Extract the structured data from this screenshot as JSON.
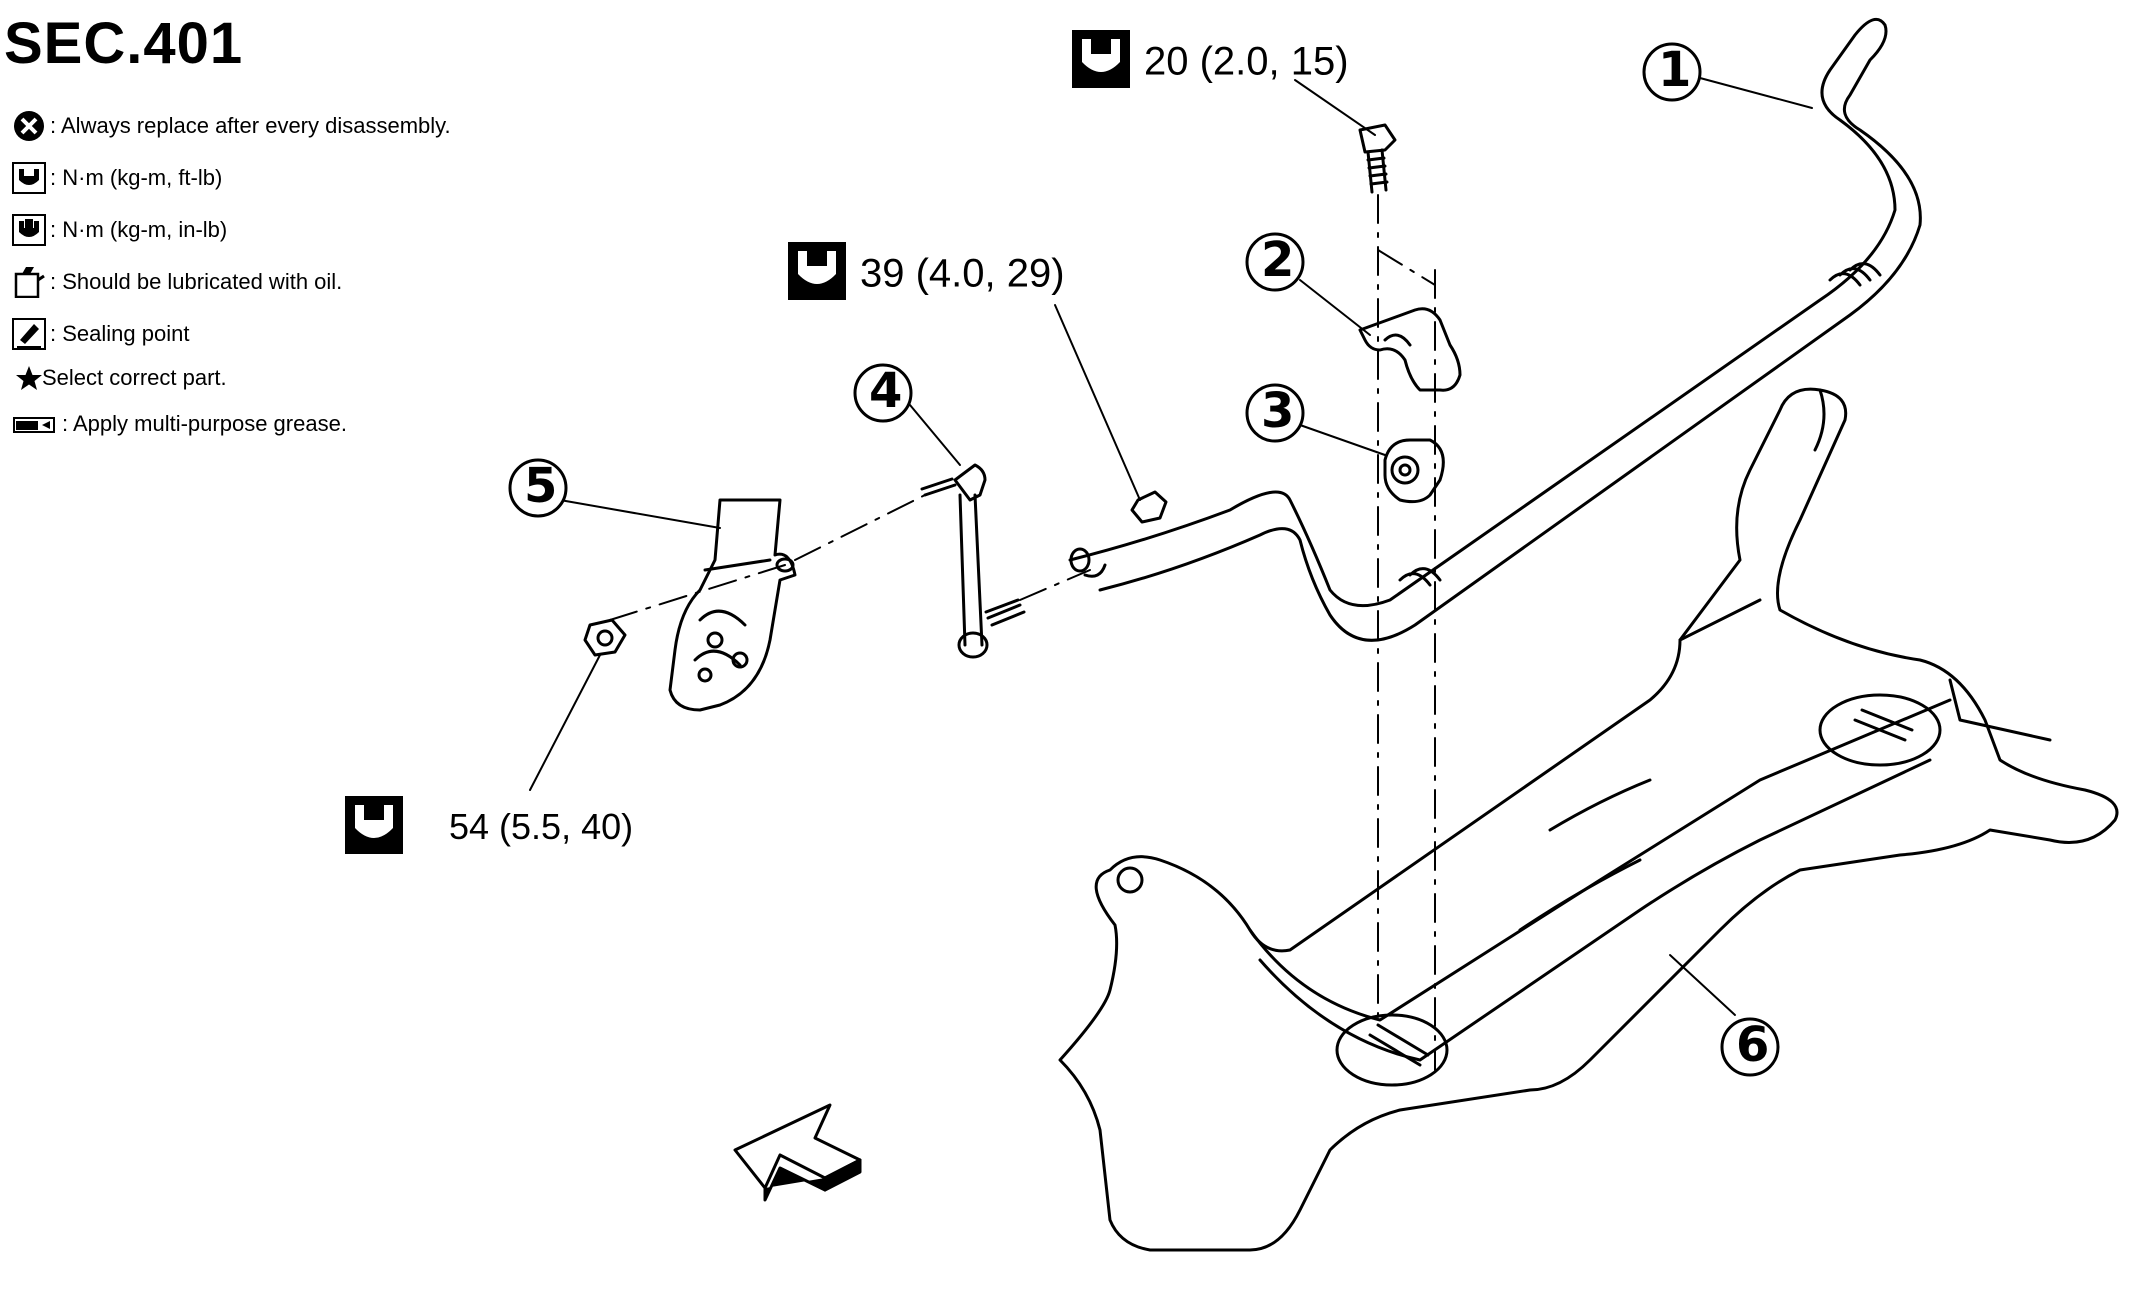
{
  "section_title": "SEC.401",
  "legend": [
    {
      "icon": "replace-icon",
      "text": ": Always replace after every disassembly."
    },
    {
      "icon": "torque-ft-lb-icon",
      "text": ": N·m (kg-m, ft-lb)"
    },
    {
      "icon": "torque-in-lb-icon",
      "text": ": N·m (kg-m, in-lb)"
    },
    {
      "icon": "oil-can-icon",
      "text": ": Should be lubricated with oil."
    },
    {
      "icon": "sealing-point-icon",
      "text": ": Sealing point"
    },
    {
      "icon": "star-icon",
      "text": "Select correct part."
    },
    {
      "icon": "grease-gun-icon",
      "text": ": Apply multi-purpose grease."
    }
  ],
  "torque_callouts": {
    "bracket_bolt": "20 (2.0, 15)",
    "link_upper_nut": "39 (4.0, 29)",
    "link_lower_nut": "54 (5.5, 40)"
  },
  "part_numbers": [
    "1",
    "2",
    "3",
    "4",
    "5",
    "6"
  ],
  "colors": {
    "ink": "#000000",
    "paper": "#ffffff"
  }
}
